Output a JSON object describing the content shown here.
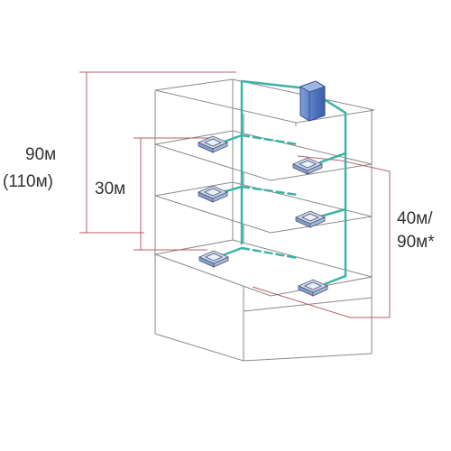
{
  "labels": {
    "total_height_primary": "90м",
    "total_height_alt": "(110м)",
    "indoor_height": "30м",
    "pipe_length_primary": "40м/",
    "pipe_length_alt": "90м*"
  },
  "colors": {
    "building_line": "#8a8a8a",
    "refrigerant_pipe": "#3db3a6",
    "dimension_line": "#b5606a",
    "outdoor_unit": "#5b7fc4",
    "indoor_unit": "#a9c3e6",
    "label_text": "#333333"
  },
  "components": {
    "outdoor_unit": "outdoor-unit",
    "indoor_units": [
      "indoor-unit",
      "indoor-unit",
      "indoor-unit",
      "indoor-unit",
      "indoor-unit",
      "indoor-unit"
    ]
  }
}
